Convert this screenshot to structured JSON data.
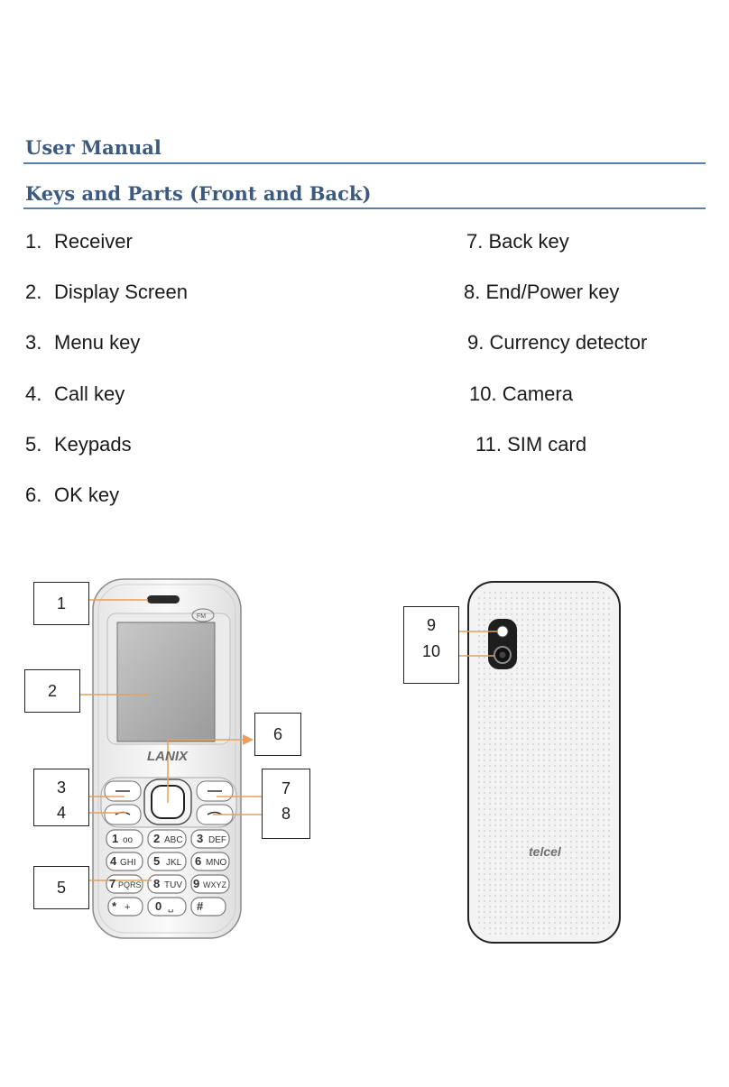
{
  "document": {
    "section_title": "User Manual",
    "subsection_title": "Keys and Parts (Front and Back)"
  },
  "parts_left": [
    {
      "num": "1.",
      "label": "Receiver"
    },
    {
      "num": "2.",
      "label": "Display Screen"
    },
    {
      "num": "3.",
      "label": "Menu key"
    },
    {
      "num": "4.",
      "label": "Call key"
    },
    {
      "num": "5.",
      "label": "Keypads"
    },
    {
      "num": "6.",
      "label": "OK key"
    }
  ],
  "parts_right": [
    "7. Back key",
    "8. End/Power key",
    "9. Currency detector",
    "10. Camera",
    "11. SIM card"
  ],
  "callouts": {
    "c1": "1",
    "c2": "2",
    "c3": "3",
    "c4": "4",
    "c5": "5",
    "c6": "6",
    "c7": "7",
    "c8": "8",
    "c9": "9",
    "c10": "10"
  },
  "phone_front": {
    "brand": "LANIX",
    "fm_badge": "FM",
    "keys": [
      {
        "digit": "1",
        "letters": "oo"
      },
      {
        "digit": "2",
        "letters": "ABC"
      },
      {
        "digit": "3",
        "letters": "DEF"
      },
      {
        "digit": "4",
        "letters": "GHI"
      },
      {
        "digit": "5",
        "letters": "JKL"
      },
      {
        "digit": "6",
        "letters": "MNO"
      },
      {
        "digit": "7",
        "letters": "PQRS"
      },
      {
        "digit": "8",
        "letters": "TUV"
      },
      {
        "digit": "9",
        "letters": "WXYZ"
      },
      {
        "digit": "*",
        "letters": "+"
      },
      {
        "digit": "0",
        "letters": "␣"
      },
      {
        "digit": "#",
        "letters": ""
      }
    ]
  },
  "phone_back": {
    "carrier": "telcel"
  },
  "colors": {
    "heading": "#3c5a7f",
    "rule": "#5b7ea3",
    "leader_line": "#e8a05a"
  }
}
